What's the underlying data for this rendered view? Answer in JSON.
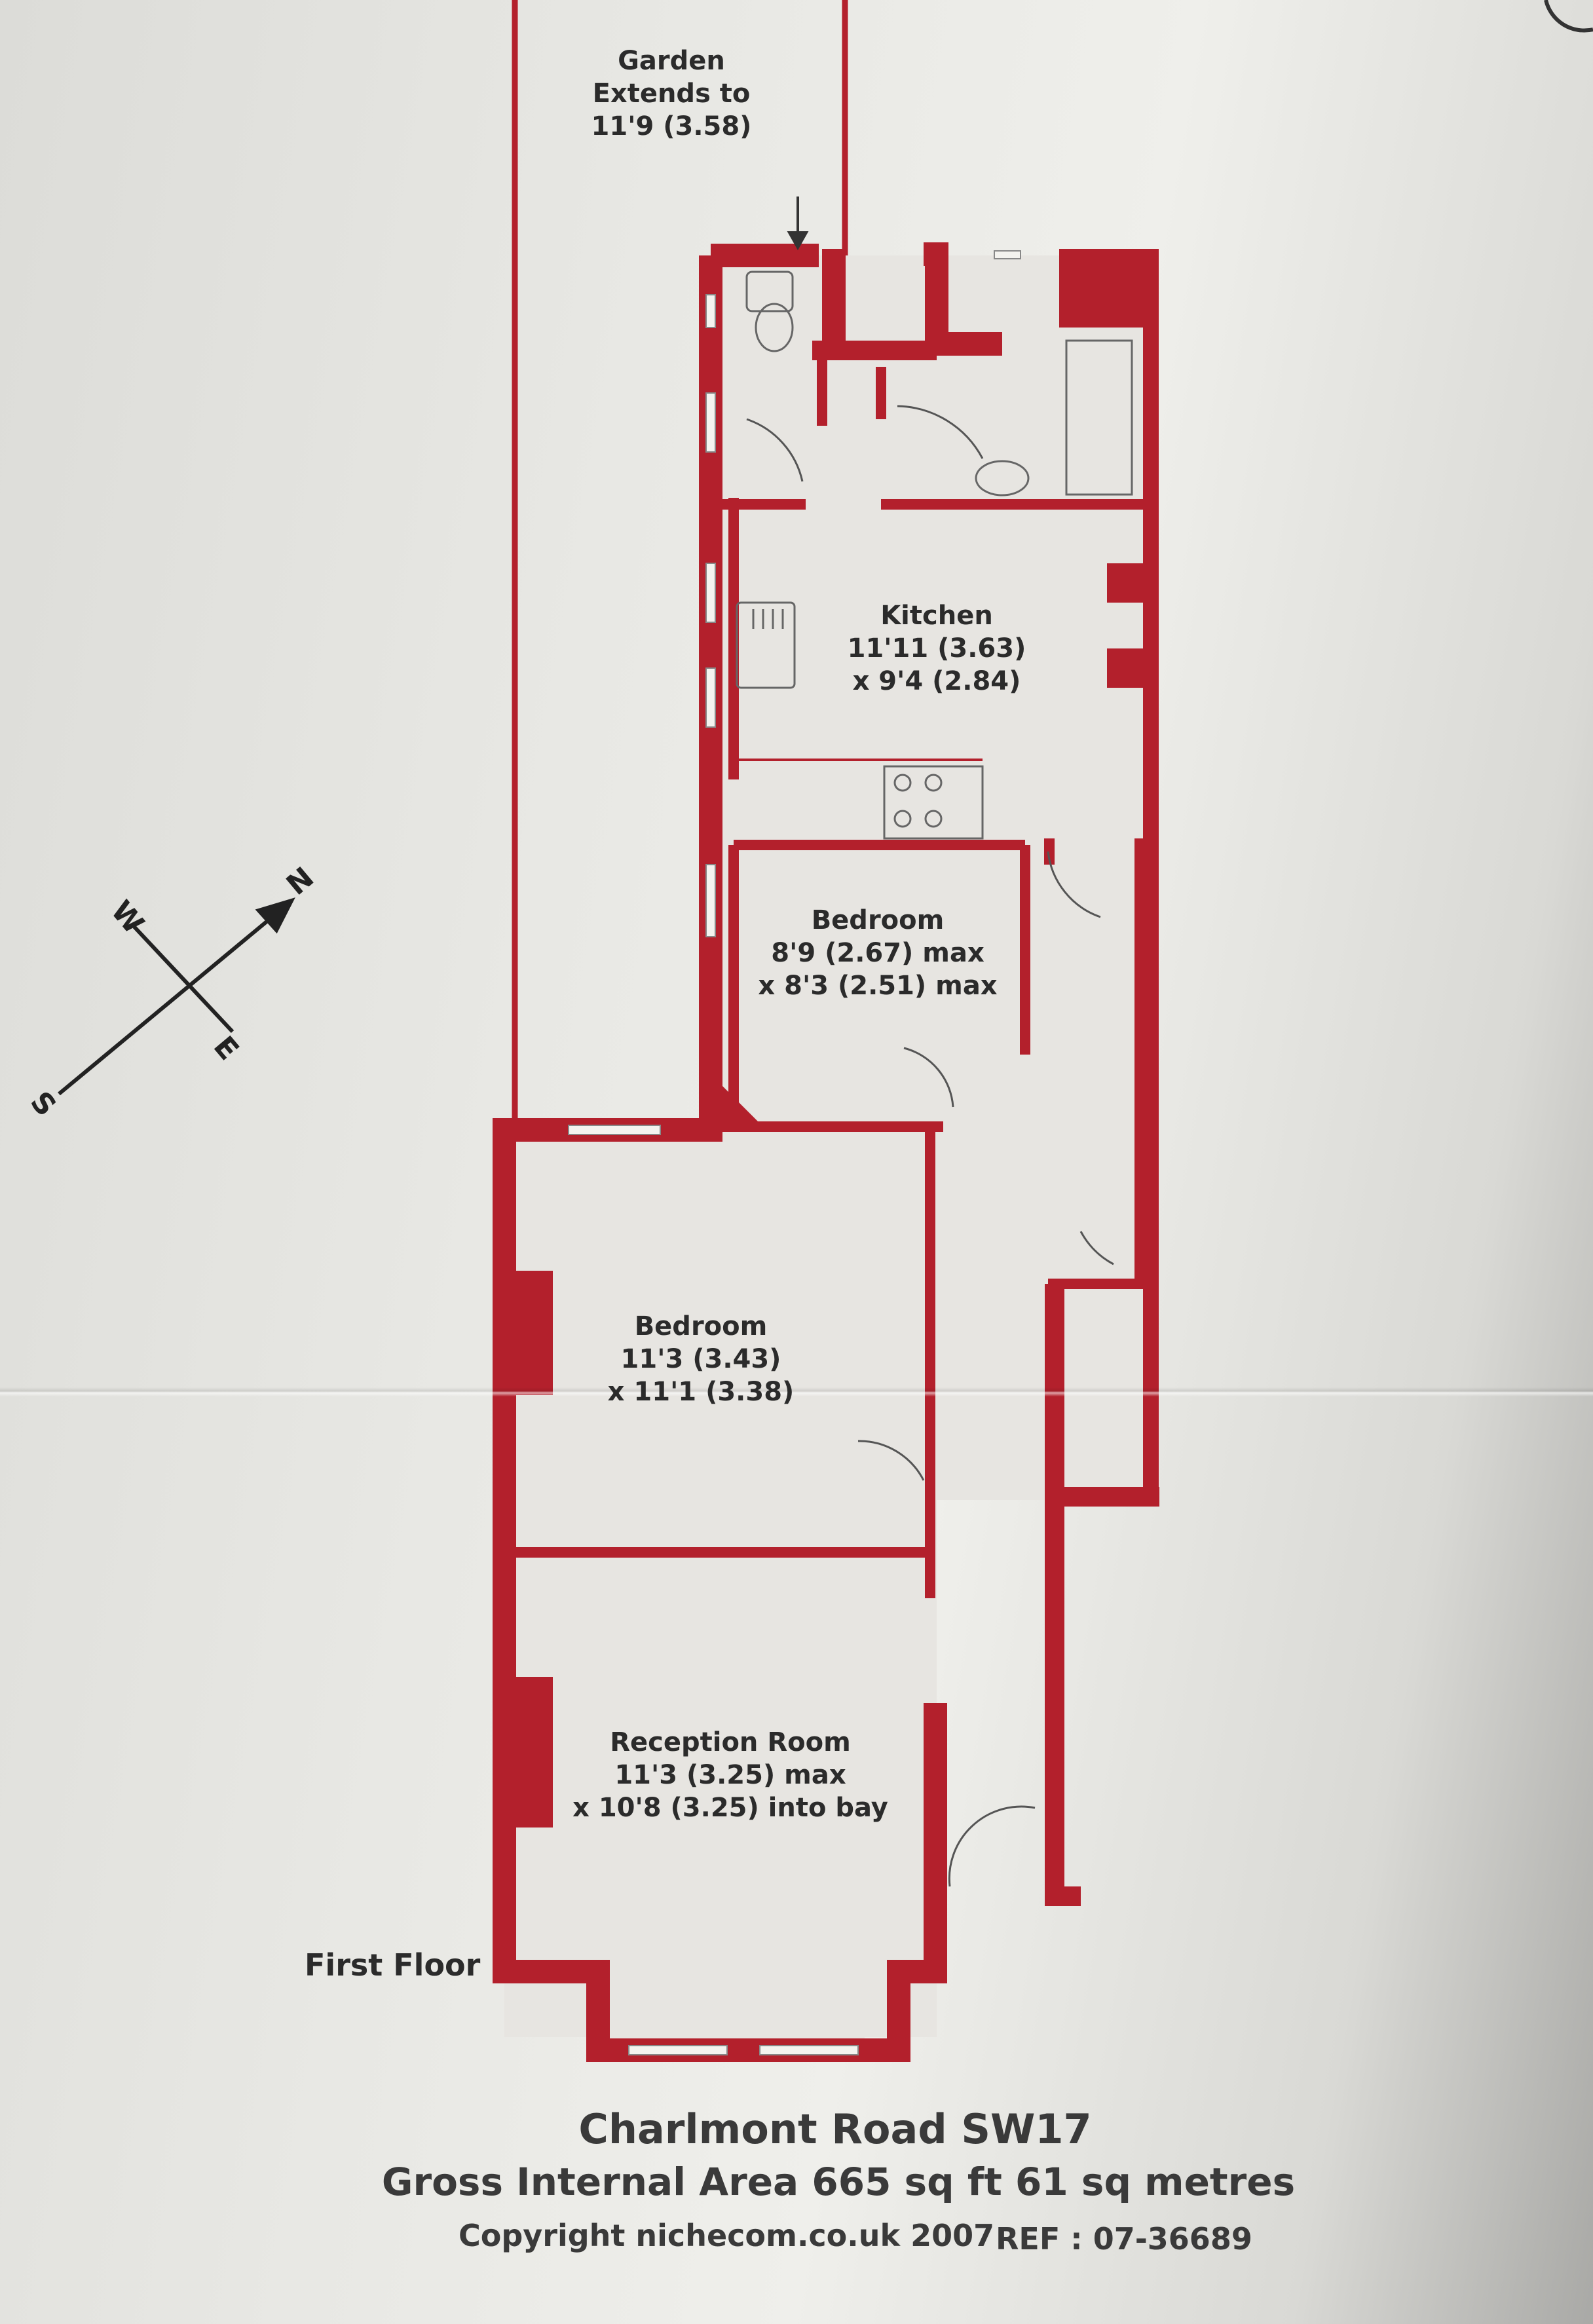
{
  "colors": {
    "wall": "#b3202c",
    "floor": "#e6e4e0",
    "text": "#2b2b2b"
  },
  "rooms": {
    "garden": {
      "name": "Garden",
      "line2": "Extends to",
      "line3": "11'9 (3.58)"
    },
    "kitchen": {
      "name": "Kitchen",
      "line2": "11'11 (3.63)",
      "line3": "x 9'4 (2.84)"
    },
    "bedroom_small": {
      "name": "Bedroom",
      "line2": "8'9 (2.67) max",
      "line3": "x 8'3 (2.51) max"
    },
    "bedroom_large": {
      "name": "Bedroom",
      "line2": "11'3 (3.43)",
      "line3": "x 11'1 (3.38)"
    },
    "reception": {
      "name": "Reception Room",
      "line2": "11'3 (3.25) max",
      "line3": "x 10'8 (3.25) into bay"
    }
  },
  "floor_label": "First Floor",
  "compass": {
    "n": "N",
    "s": "S",
    "e": "E",
    "w": "W"
  },
  "footer": {
    "address": "Charlmont Road  SW17",
    "area": "Gross Internal Area 665 sq ft 61 sq metres",
    "copyright": "Copyright nichecom.co.uk 2007",
    "ref": "REF : 07-36689"
  }
}
